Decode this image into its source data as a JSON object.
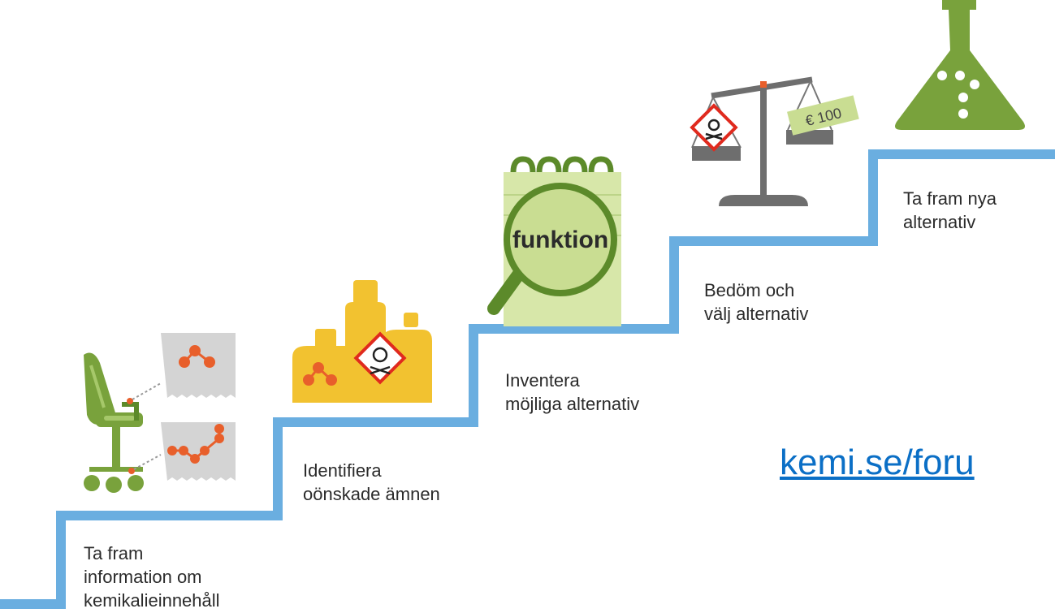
{
  "header": {
    "cut_title": "valternativ"
  },
  "steps": [
    {
      "label": "Ta fram\ninformation om\nkemikalieinnehåll"
    },
    {
      "label": "Identifiera\noönskade ämnen"
    },
    {
      "label": "Inventera\nmöjliga alternativ"
    },
    {
      "label": "Bedöm och\nvälj alternativ"
    },
    {
      "label": "Ta fram nya\nalternativ"
    }
  ],
  "icons": {
    "magnifier_word": "funktion",
    "price_tag": "€ 100"
  },
  "link": {
    "text": "kemi.se/foru"
  },
  "colors": {
    "stair_line": "#6aaee0",
    "green": "#79a23c",
    "light_green": "#d7e7a9",
    "yellow": "#f2c230",
    "orange_molecule": "#e85f2b",
    "grey_card": "#d4d4d4",
    "scale_grey": "#6e6e6e",
    "link": "#0b6fc6"
  }
}
